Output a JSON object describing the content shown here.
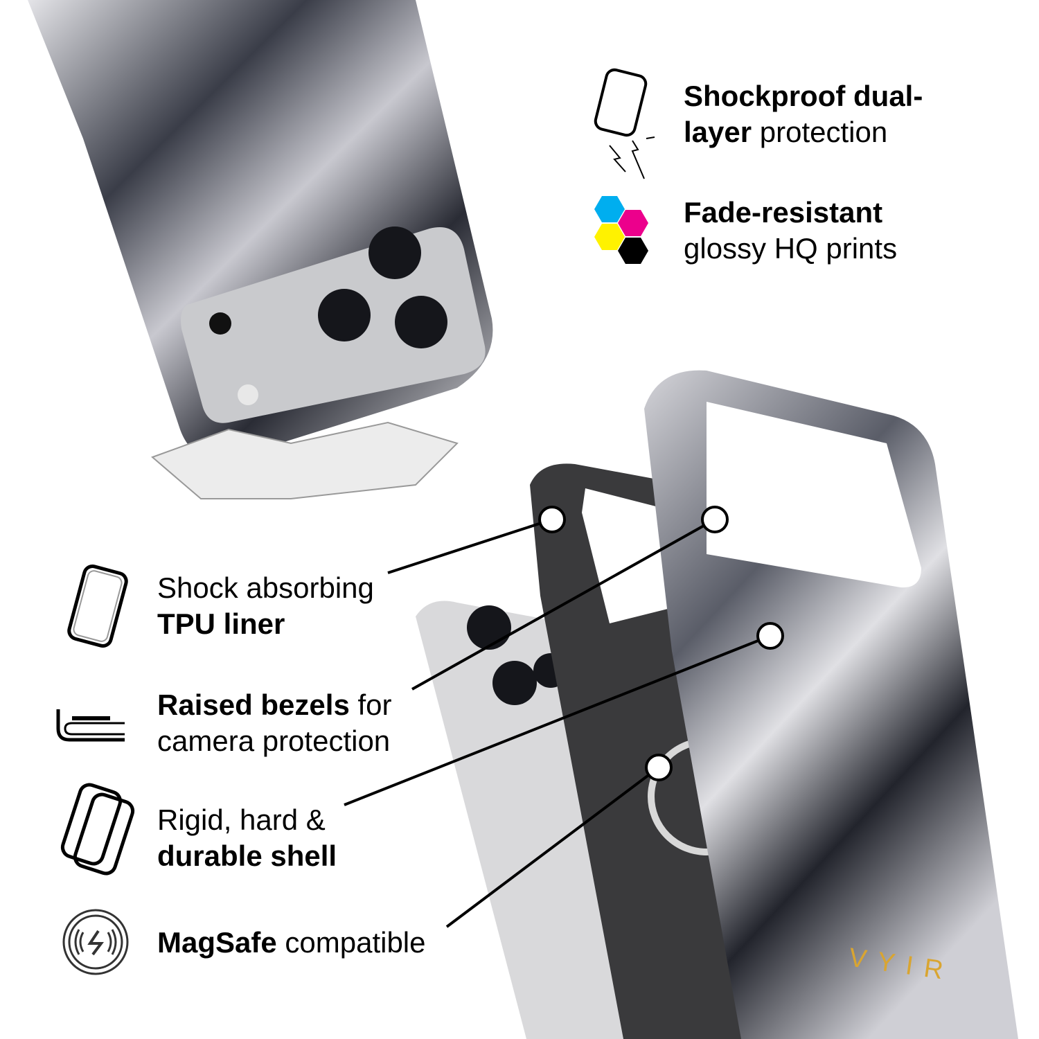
{
  "features_top": [
    {
      "icon": "shockproof-phone-icon",
      "bold": "Shockproof dual-",
      "bold2": "layer",
      "text": " protection"
    },
    {
      "icon": "cmyk-hexagon-icon",
      "bold": "Fade-resistant",
      "text": "glossy HQ prints"
    }
  ],
  "features_left": [
    {
      "icon": "tpu-liner-icon",
      "text": "Shock absorbing",
      "bold": "TPU liner"
    },
    {
      "icon": "raised-bezel-icon",
      "bold": "Raised bezels",
      "text": " for",
      "text2": "camera protection"
    },
    {
      "icon": "dual-shell-icon",
      "text": "Rigid, hard &",
      "bold": "durable shell"
    },
    {
      "icon": "magsafe-icon",
      "bold": "MagSafe",
      "text": " compatible"
    }
  ],
  "brand_logo": "VYIR",
  "colors": {
    "cyan": "#00aeef",
    "magenta": "#ec008c",
    "yellow": "#fff200",
    "black": "#000000",
    "gold": "#d9a531"
  }
}
